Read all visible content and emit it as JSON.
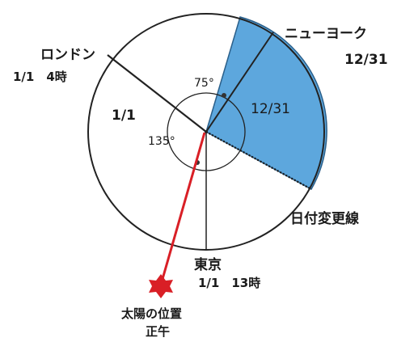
{
  "labels": {
    "new_york": "ニューヨーク",
    "new_york_date": "12/31",
    "london": "ロンドン",
    "london_time": "1/1　4時",
    "region_jan1": "1/1",
    "region_dec31": "12/31",
    "angle_75": "75°",
    "angle_135": "135°",
    "date_line": "日付変更線",
    "tokyo": "東京",
    "tokyo_time": "1/1　13時",
    "sun_position": "太陽の位置",
    "noon": "正午"
  },
  "colors": {
    "dec31_sector": "#5da7dd",
    "sun": "#d91f26",
    "sun_line": "#d91f26",
    "lines": "#222222"
  }
}
